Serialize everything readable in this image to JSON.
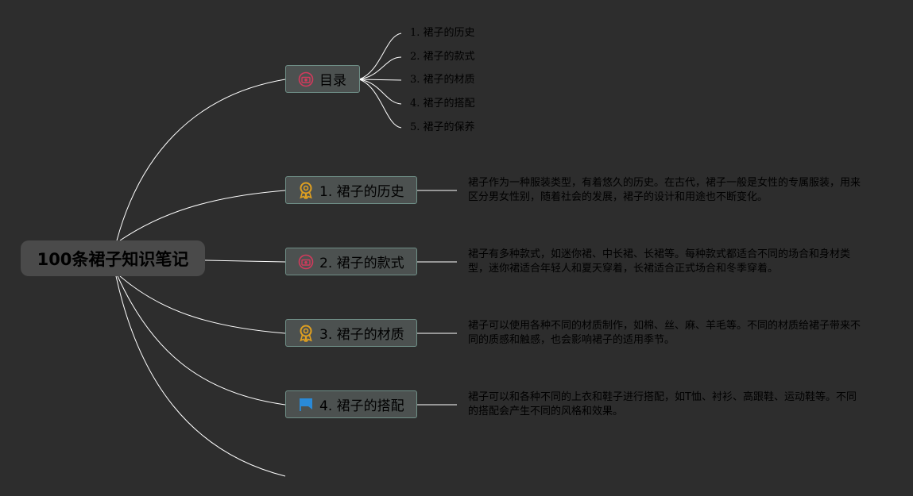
{
  "mindmap": {
    "root": {
      "label": "100条裙子知识笔记"
    },
    "toc": {
      "label": "目录",
      "icon": "camera-icon",
      "items": [
        "1. 裙子的历史",
        "2. 裙子的款式",
        "3. 裙子的材质",
        "4. 裙子的搭配",
        "5. 裙子的保养"
      ]
    },
    "topics": [
      {
        "label": "1. 裙子的历史",
        "icon": "award-icon",
        "note": "裙子作为一种服装类型，有着悠久的历史。在古代，裙子一般是女性的专属服装，用来区分男女性别，随着社会的发展，裙子的设计和用途也不断变化。"
      },
      {
        "label": "2. 裙子的款式",
        "icon": "camera-icon",
        "note": "裙子有多种款式，如迷你裙、中长裙、长裙等。每种款式都适合不同的场合和身材类型，迷你裙适合年轻人和夏天穿着，长裙适合正式场合和冬季穿着。"
      },
      {
        "label": "3. 裙子的材质",
        "icon": "award-icon",
        "note": "裙子可以使用各种不同的材质制作，如棉、丝、麻、羊毛等。不同的材质给裙子带来不同的质感和触感，也会影响裙子的适用季节。"
      },
      {
        "label": "4. 裙子的搭配",
        "icon": "flag-icon",
        "note": "裙子可以和各种不同的上衣和鞋子进行搭配，如T恤、衬衫、高跟鞋、运动鞋等。不同的搭配会产生不同的风格和效果。"
      }
    ],
    "colors": {
      "background": "#2d2d2d",
      "line": "#ffffff",
      "topic_fill": "#4c5150",
      "topic_border": "#6f8f87",
      "root_fill": "#4a4a4a",
      "icon_red": "#d23a5c",
      "icon_gold": "#e0a020",
      "icon_blue": "#2a8ad8"
    }
  }
}
